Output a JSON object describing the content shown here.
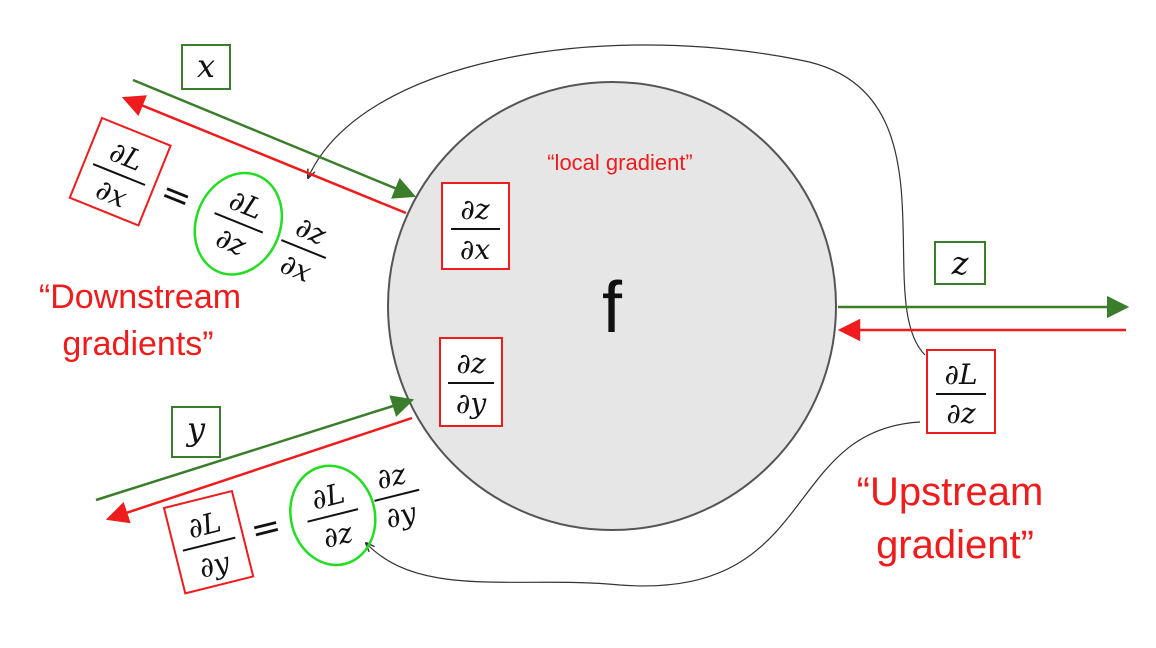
{
  "colors": {
    "forward": "#3a7d2a",
    "backward": "#ee1c1c",
    "highlight": "#22dd22",
    "node_fill": "#e6e6e6",
    "node_stroke": "#555555",
    "curve": "#333333",
    "text": "#111111"
  },
  "node": {
    "label": "f"
  },
  "inputs": {
    "x": "x",
    "y": "y",
    "z": "z"
  },
  "annotations": {
    "local_gradient": "“local gradient”",
    "downstream_line1": "“Downstream",
    "downstream_line2": "gradients”",
    "upstream_line1": "“Upstream",
    "upstream_line2": "gradient”"
  },
  "math": {
    "partial": "∂",
    "L": "L",
    "equals": "="
  }
}
